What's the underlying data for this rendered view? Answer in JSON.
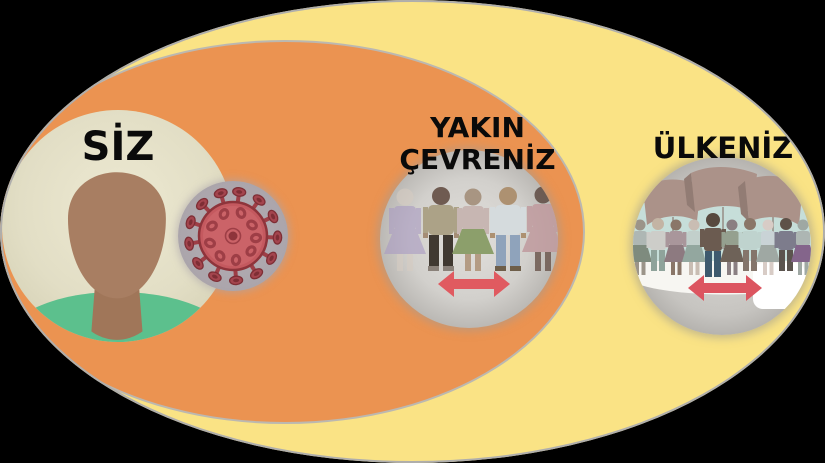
{
  "labels": {
    "you": "SİZ",
    "near_line1": "YAKIN",
    "near_line2": "ÇEVRENİZ",
    "country": "ÜLKENİZ"
  },
  "icons": [
    "person-avatar-icon",
    "coronavirus-icon",
    "social-distance-people-icon",
    "crowd-with-flags-icon",
    "distance-arrow-icon"
  ],
  "colors": {
    "background": "#000000",
    "outer_ellipse_yellow": "#FAE385",
    "inner_ellipse_orange": "#EB9351",
    "you_circle_beige": "#E2DEC5",
    "avatar_skin_brown": "#A87E62",
    "avatar_shirt_green": "#5CC08D",
    "virus_red": "#C4595F",
    "virus_dark_red": "#8E343B",
    "gray_circle": "#C6C4C0",
    "distance_arrow_red": "#E05A60",
    "flag_mauve": "#AB9289",
    "teal_band": "#C6DED9",
    "label_text": "#0A0A0A",
    "ellipse_border_gray": "#AFAEAC"
  }
}
